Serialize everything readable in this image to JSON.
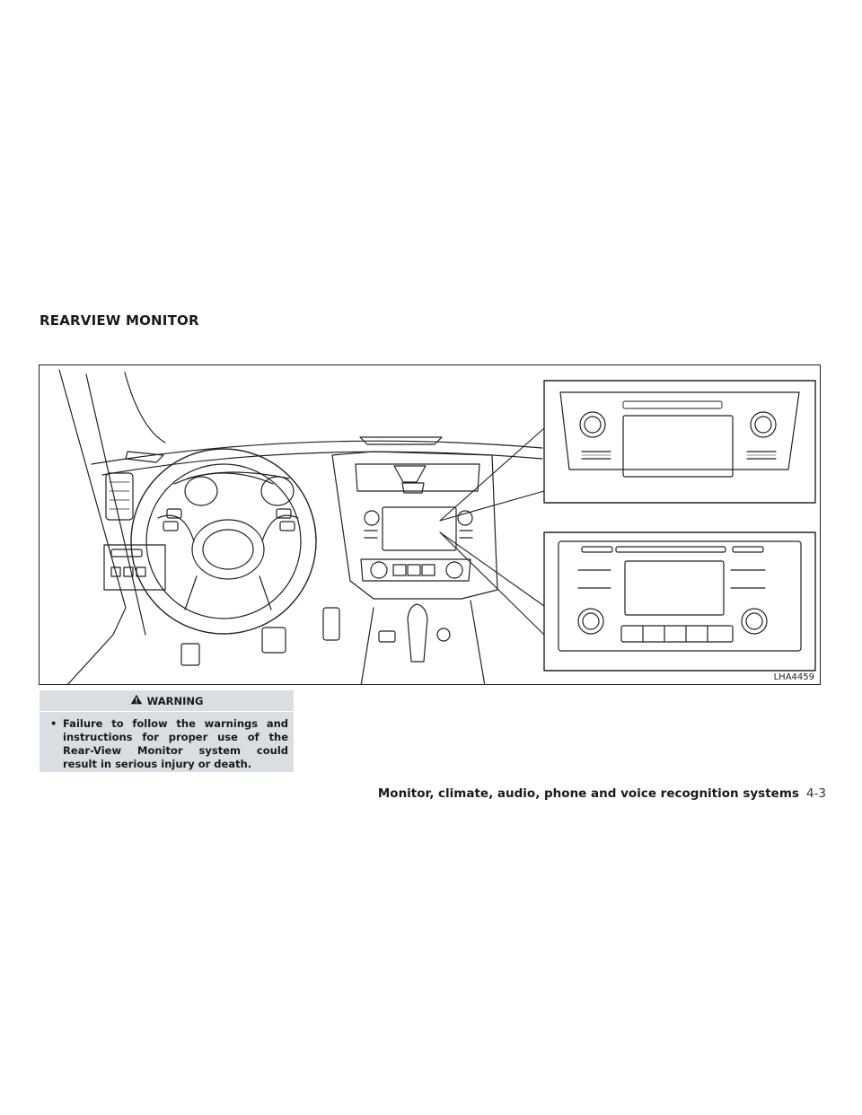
{
  "section": {
    "title": "REARVIEW MONITOR"
  },
  "figure": {
    "code": "LHA4459",
    "icons": [
      "steering-wheel",
      "center-display",
      "display-unit-detail"
    ]
  },
  "warning": {
    "heading": "WARNING",
    "icon": "warning-triangle-icon",
    "bullet": "•",
    "text": "Failure to follow the warnings and instructions for proper use of the Rear-View Monitor system could result in serious injury or death."
  },
  "footer": {
    "chapter": "Monitor, climate, audio, phone and voice recognition systems",
    "page": "4-3"
  },
  "colors": {
    "warning_bg": "#d9dee2",
    "line": "#222222"
  }
}
